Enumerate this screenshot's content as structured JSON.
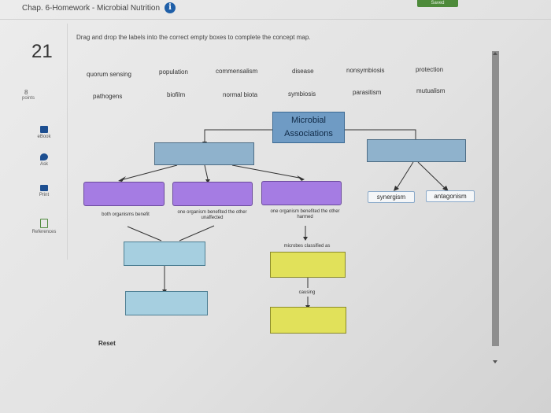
{
  "header": {
    "title": "Chap. 6-Homework - Microbial Nutrition",
    "info_icon": "i",
    "saved_badge": "Saved"
  },
  "question": {
    "number": "21",
    "points_value": "8",
    "points_label": "points"
  },
  "sidebar_tools": [
    {
      "label": "eBook",
      "icon": "book-icon"
    },
    {
      "label": "Ask",
      "icon": "chat-bubble-icon"
    },
    {
      "label": "Print",
      "icon": "printer-icon"
    },
    {
      "label": "References",
      "icon": "document-icon"
    }
  ],
  "instructions": "Drag and drop the labels into the correct empty boxes to complete the concept map.",
  "label_bank": {
    "row1": [
      "quorum sensing",
      "population",
      "commensalism",
      "disease",
      "nonsymbiosis",
      "protection"
    ],
    "row2": [
      "pathogens",
      "biofilm",
      "normal biota",
      "symbiosis",
      "parasitism",
      "mutualism"
    ]
  },
  "concept_map": {
    "root": "Microbial Associations",
    "placed_labels": [
      "synergism",
      "antagonism"
    ],
    "descriptors": {
      "both_benefit": "both organisms benefit",
      "one_benefited_unaffected": "one organism benefited the other unaffected",
      "one_benefited_harmed": "one organism benefited the other harmed",
      "microbes_classified": "microbes classified as",
      "causing": "causing"
    }
  },
  "controls": {
    "reset_label": "Reset"
  },
  "colors": {
    "box_blue": "#8fb2cc",
    "box_purple": "#a57ce3",
    "box_yellow": "#e1e15a",
    "root_blue": "#6f9bc4",
    "saved_green": "#4d8a3a",
    "icon_blue": "#1d4f91"
  }
}
